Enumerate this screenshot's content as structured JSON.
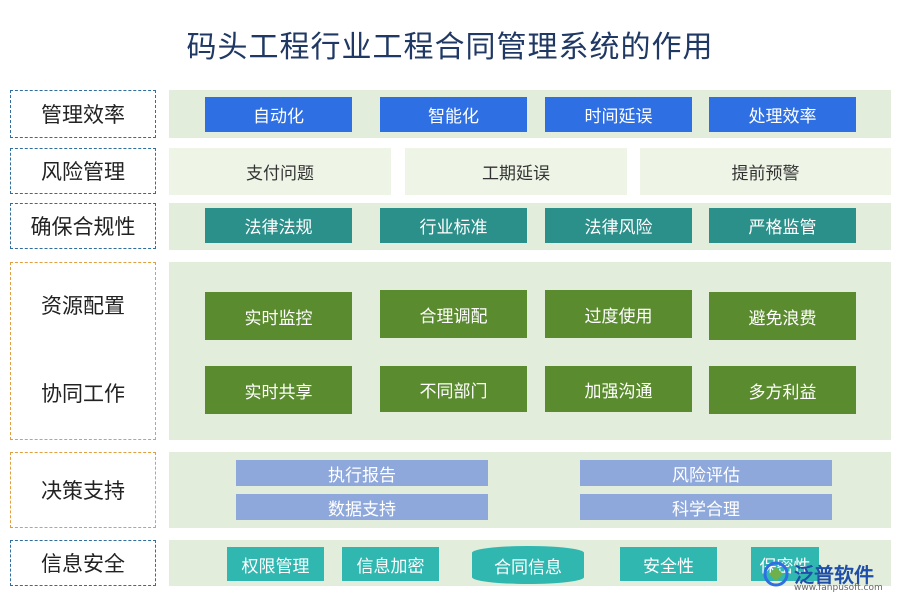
{
  "title": "码头工程行业工程合同管理系统的作用",
  "rows": {
    "efficiency": {
      "label": "管理效率",
      "items": [
        "自动化",
        "智能化",
        "时间延误",
        "处理效率"
      ]
    },
    "risk": {
      "label": "风险管理",
      "items": [
        "支付问题",
        "工期延误",
        "提前预警"
      ]
    },
    "compliance": {
      "label": "确保合规性",
      "items": [
        "法律法规",
        "行业标准",
        "法律风险",
        "严格监管"
      ]
    },
    "resources": {
      "label": "资源配置",
      "items": [
        "实时监控",
        "合理调配",
        "过度使用",
        "避免浪费"
      ]
    },
    "collab": {
      "label": "协同工作",
      "items": [
        "实时共享",
        "不同部门",
        "加强沟通",
        "多方利益"
      ]
    },
    "decision": {
      "label": "决策支持",
      "items": [
        "执行报告",
        "风险评估",
        "数据支持",
        "科学合理"
      ]
    },
    "security": {
      "label": "信息安全",
      "items": [
        "权限管理",
        "信息加密",
        "合同信息",
        "安全性",
        "保密性"
      ]
    }
  },
  "logo": {
    "text": "泛普软件",
    "url": "www.fanpusoft.com"
  },
  "colors": {
    "title": "#1f3864",
    "blue": "#2f6fe4",
    "teal": "#2b8f8a",
    "green": "#5a8b2e",
    "lavender": "#8fa8dc",
    "cyan": "#2fb7b0",
    "panel": "#e2eedb"
  }
}
